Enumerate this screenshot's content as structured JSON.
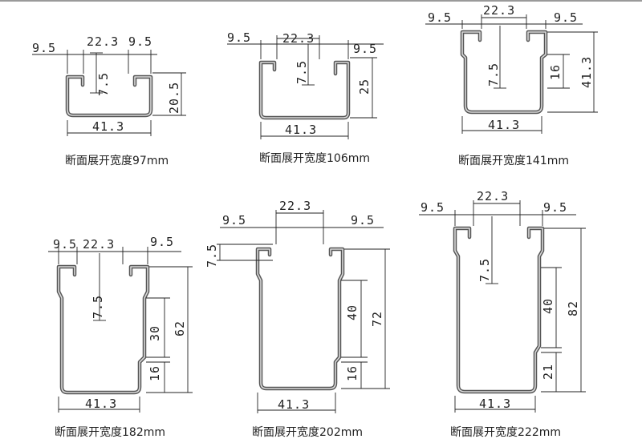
{
  "profiles": [
    {
      "caption": "断面展开宽度97mm",
      "dims": {
        "left_lip": "9.5",
        "slot": "22.3",
        "right_lip": "9.5",
        "return": "7.5",
        "height": "20.5",
        "width": "41.3"
      }
    },
    {
      "caption": "断面展开宽度106mm",
      "dims": {
        "left_lip": "9.5",
        "slot": "22.3",
        "right_lip": "9.5",
        "return": "7.5",
        "height": "25",
        "width": "41.3"
      }
    },
    {
      "caption": "断面展开宽度141mm",
      "dims": {
        "left_lip": "9.5",
        "slot": "22.3",
        "right_lip": "9.5",
        "return": "7.5",
        "side": "16",
        "height": "41.3",
        "width": "41.3"
      }
    },
    {
      "caption": "断面展开宽度182mm",
      "dims": {
        "left_lip": "9.5",
        "slot": "22.3",
        "right_lip": "9.5",
        "return": "7.5",
        "mid": "30",
        "bottom": "16",
        "height": "62",
        "width": "41.3"
      }
    },
    {
      "caption": "断面展开宽度202mm",
      "dims": {
        "left_lip": "9.5",
        "slot": "22.3",
        "right_lip": "9.5",
        "return": "7.5",
        "mid": "40",
        "bottom": "16",
        "height": "72",
        "width": "41.3"
      }
    },
    {
      "caption": "断面展开宽度222mm",
      "dims": {
        "left_lip": "9.5",
        "slot": "22.3",
        "right_lip": "9.5",
        "return": "7.5",
        "mid": "40",
        "bottom": "21",
        "height": "82",
        "width": "41.3"
      }
    }
  ]
}
